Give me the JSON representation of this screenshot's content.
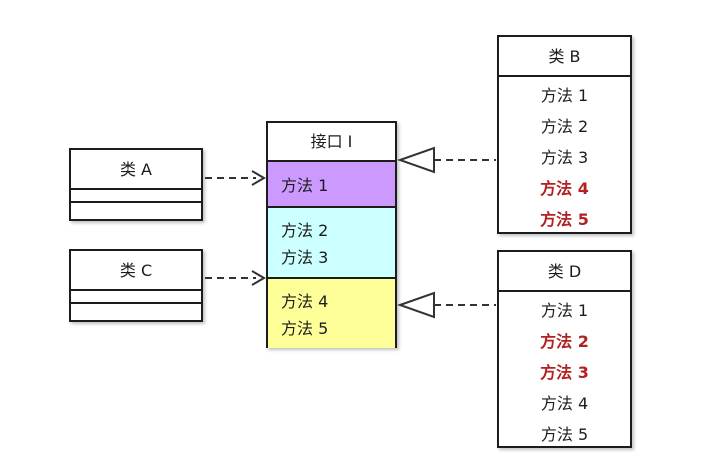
{
  "diagram": {
    "class_a": {
      "title": "类 A"
    },
    "class_c": {
      "title": "类 C"
    },
    "interface": {
      "title": "接口 I",
      "sections": [
        {
          "name": "segment-1",
          "methods": [
            "方法 1"
          ],
          "color": "#cc99ff"
        },
        {
          "name": "segment-2",
          "methods": [
            "方法 2",
            "方法 3"
          ],
          "color": "#ccffff"
        },
        {
          "name": "segment-3",
          "methods": [
            "方法 4",
            "方法 5"
          ],
          "color": "#ffff99"
        }
      ]
    },
    "class_b": {
      "title": "类 B",
      "methods": [
        {
          "label": "方法 1",
          "highlight": false
        },
        {
          "label": "方法 2",
          "highlight": false
        },
        {
          "label": "方法 3",
          "highlight": false
        },
        {
          "label": "方法 4",
          "highlight": true
        },
        {
          "label": "方法 5",
          "highlight": true
        }
      ]
    },
    "class_d": {
      "title": "类 D",
      "methods": [
        {
          "label": "方法 1",
          "highlight": false
        },
        {
          "label": "方法 2",
          "highlight": true
        },
        {
          "label": "方法 3",
          "highlight": true
        },
        {
          "label": "方法 4",
          "highlight": false
        },
        {
          "label": "方法 5",
          "highlight": false
        }
      ]
    },
    "arrows": [
      {
        "name": "class-a-to-interface",
        "style": "dashed-open-arrow"
      },
      {
        "name": "class-c-to-interface",
        "style": "dashed-open-arrow"
      },
      {
        "name": "class-b-to-interface",
        "style": "dashed-hollow-triangle"
      },
      {
        "name": "class-d-to-interface",
        "style": "dashed-hollow-triangle"
      }
    ],
    "colors": {
      "section_purple": "#cc99ff",
      "section_cyan": "#ccffff",
      "section_yellow": "#ffff99",
      "highlight_red": "#b22222",
      "line": "#333333",
      "border": "#1c1c1c",
      "background": "#ffffff"
    }
  }
}
